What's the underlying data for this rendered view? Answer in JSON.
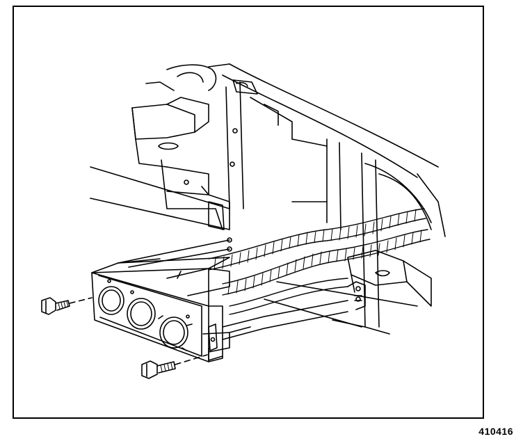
{
  "figure": {
    "number_label": "410416",
    "line_color": "#000000",
    "background_color": "#ffffff"
  },
  "parts": [
    {
      "name": "control-panel",
      "icon": "hvac-control-panel-icon"
    },
    {
      "name": "wiring-harness",
      "icon": "corrugated-conduit-icon"
    },
    {
      "name": "upper-bolt",
      "icon": "bolt-icon"
    },
    {
      "name": "lower-bolt",
      "icon": "bolt-icon"
    },
    {
      "name": "mounting-bracket",
      "icon": "bracket-icon"
    },
    {
      "name": "dash-frame",
      "icon": "dash-frame-icon"
    }
  ]
}
